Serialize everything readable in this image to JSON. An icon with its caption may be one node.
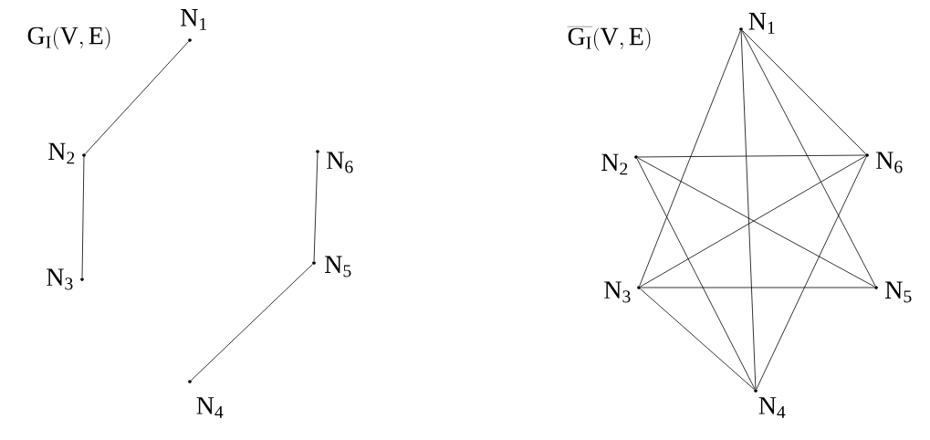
{
  "diagram": {
    "nodes": [
      {
        "text": [
          "N$_{1}$"
        ]
      },
      {
        "text": [
          "N$_{2}$"
        ]
      },
      {
        "text": [
          "N$_{3}$"
        ]
      },
      {
        "text": [
          "N$_{4}$"
        ]
      },
      {
        "text": [
          "N$_{5}$"
        ]
      },
      {
        "text": [
          "N$_{6}$"
        ]
      },
      {
        "text": [
          "N$_{1}$"
        ]
      },
      {
        "text": [
          "N$_{2}$"
        ]
      },
      {
        "text": [
          "N$_{3}$"
        ]
      },
      {
        "text": [
          "N$_{4}$"
        ]
      },
      {
        "text": [
          "N$_{5}$"
        ]
      },
      {
        "text": [
          "N$_{6}$"
        ]
      }
    ],
    "edges": [
      {
        "from": 0,
        "to": 1,
        "arrow": "none"
      },
      {
        "from": 1,
        "to": 2,
        "arrow": "none"
      },
      {
        "from": 5,
        "to": 4,
        "arrow": "none"
      },
      {
        "from": 4,
        "to": 3,
        "arrow": "none"
      },
      {
        "from": 6,
        "to": 8,
        "arrow": "none"
      },
      {
        "from": 6,
        "to": 9,
        "arrow": "none"
      },
      {
        "from": 6,
        "to": 10,
        "arrow": "none"
      },
      {
        "from": 6,
        "to": 11,
        "arrow": "none"
      },
      {
        "from": 7,
        "to": 9,
        "arrow": "none"
      },
      {
        "from": 7,
        "to": 10,
        "arrow": "none"
      },
      {
        "from": 7,
        "to": 11,
        "arrow": "none"
      },
      {
        "from": 8,
        "to": 9,
        "arrow": "none"
      },
      {
        "from": 8,
        "to": 10,
        "arrow": "none"
      },
      {
        "from": 8,
        "to": 11,
        "arrow": "none"
      },
      {
        "from": 9,
        "to": 11,
        "arrow": "none"
      }
    ],
    "labels": [
      "\\mathrm{G}_{\\mathrm{I}}(\\mathrm{V},\\mathrm{E})",
      "\\overline{\\mathrm{G}_{\\mathrm{I}}}(\\mathrm{V},\\mathrm{E})"
    ]
  }
}
